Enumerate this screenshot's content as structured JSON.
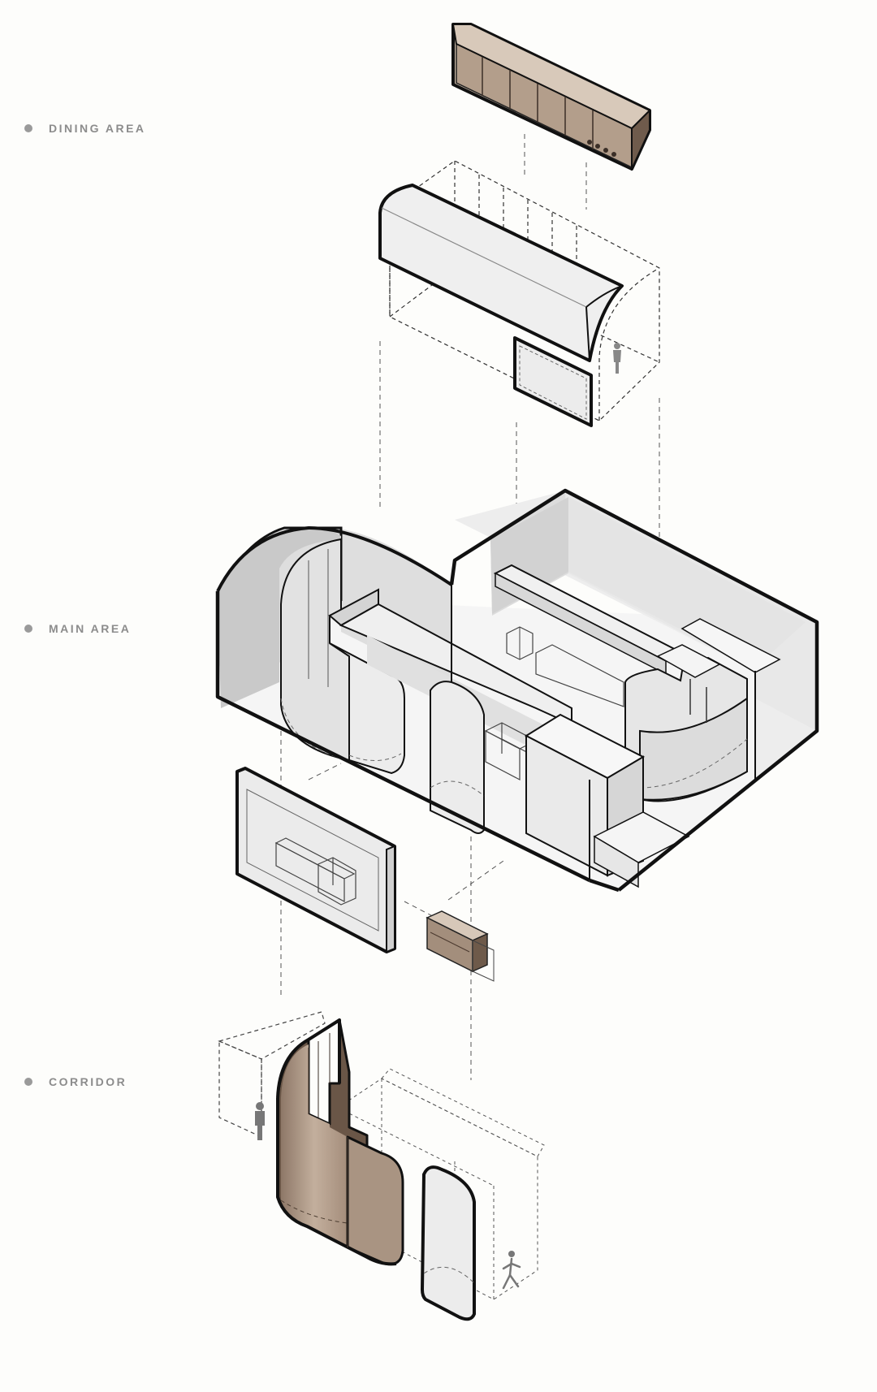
{
  "labels": {
    "dining": "DINING AREA",
    "main": "MAIN AREA",
    "corridor": "CORRIDOR"
  },
  "colors": {
    "background": "#fdfdfb",
    "outline": "#111111",
    "wall_light": "#f2f2f2",
    "wall_mid": "#e0e0e0",
    "wall_shade": "#c8c8c8",
    "wood": "#b9a593",
    "wood_dark": "#7a6656",
    "label_text": "#8c8c8c"
  },
  "icons": [
    "human-figure-icon",
    "walking-figure-icon"
  ]
}
